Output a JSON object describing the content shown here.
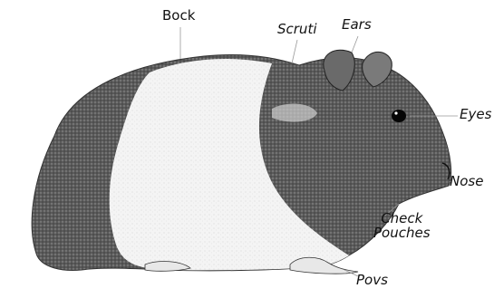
{
  "labels": {
    "back": "Bock",
    "scruff": "Scruti",
    "ears": "Ears",
    "eyes": "Eyes",
    "nose": "Nose",
    "cheek_line1": "Check",
    "cheek_line2": "Pouches",
    "paws": "Povs"
  },
  "colors": {
    "dark_fur": "#4a4a4a",
    "light_fur": "#f2f2f2",
    "outline": "#222222"
  }
}
